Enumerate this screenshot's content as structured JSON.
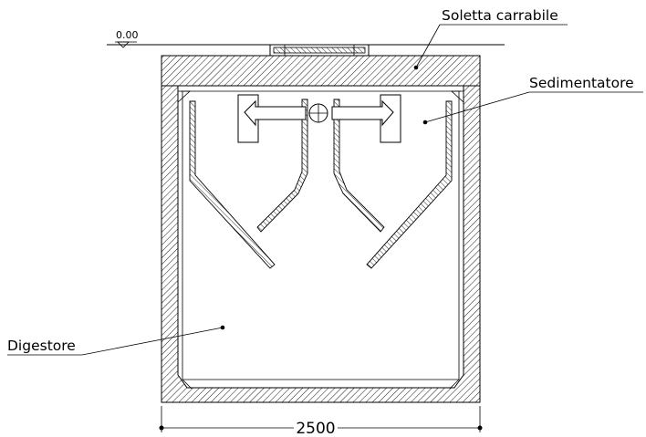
{
  "labels": {
    "soletta": "Soletta carrabile",
    "sedimentatore": "Sedimentatore",
    "digestore": "Digestore"
  },
  "level": "0.00",
  "dimension": "2500"
}
